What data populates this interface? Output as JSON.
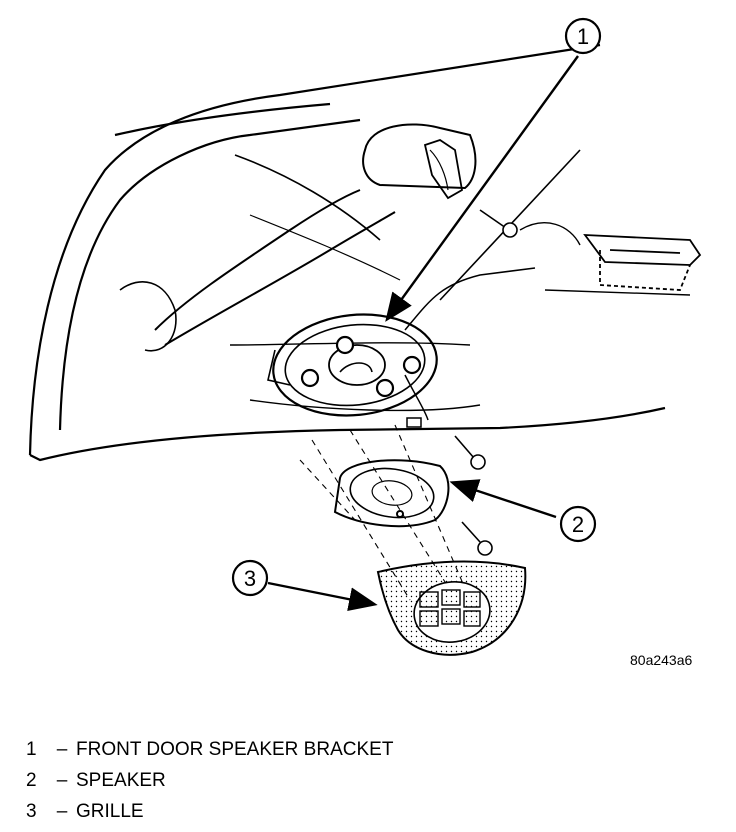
{
  "callouts": [
    {
      "number": "1"
    },
    {
      "number": "2"
    },
    {
      "number": "3"
    }
  ],
  "figure_code": "80a243a6",
  "legend": [
    {
      "number": "1",
      "dash": "–",
      "label": "FRONT DOOR SPEAKER BRACKET"
    },
    {
      "number": "2",
      "dash": "–",
      "label": "SPEAKER"
    },
    {
      "number": "3",
      "dash": "–",
      "label": "GRILLE"
    }
  ]
}
